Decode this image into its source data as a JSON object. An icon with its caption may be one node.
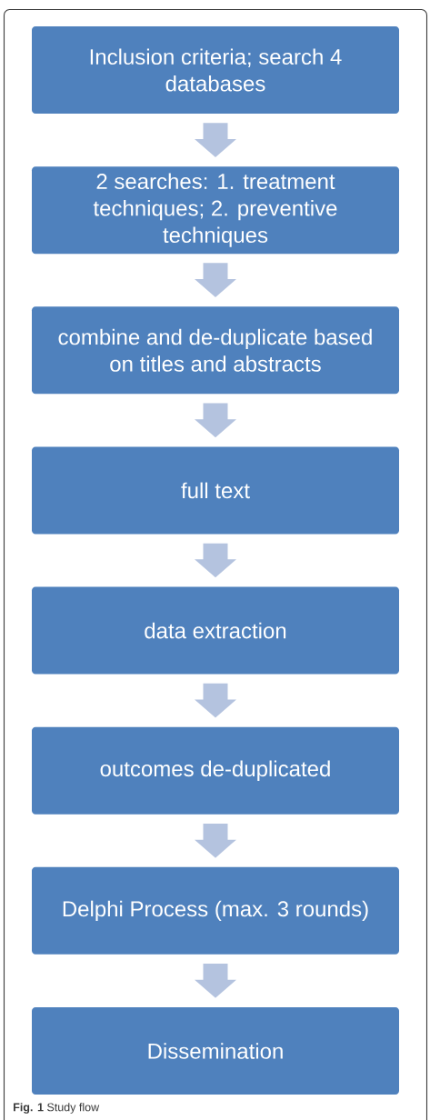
{
  "diagram": {
    "caption": "**Fig. 1** Study flow",
    "nodes": [
      {
        "text": [
          "Inclusion criteria; search 4 databases"
        ]
      },
      {
        "text": [
          "2 searches: 1. treatment techniques; 2. preventive techniques"
        ]
      },
      {
        "text": [
          "combine and de-duplicate based on titles and abstracts"
        ]
      },
      {
        "text": [
          "full text"
        ]
      },
      {
        "text": [
          "data extraction"
        ]
      },
      {
        "text": [
          "outcomes de-duplicated"
        ]
      },
      {
        "text": [
          "Delphi Process (max. 3 rounds)"
        ]
      },
      {
        "text": [
          "Dissemination"
        ]
      }
    ],
    "edges": [
      {
        "from": 0,
        "to": 1,
        "arrow": "to"
      },
      {
        "from": 1,
        "to": 2,
        "arrow": "to"
      },
      {
        "from": 2,
        "to": 3,
        "arrow": "to"
      },
      {
        "from": 3,
        "to": 4,
        "arrow": "to"
      },
      {
        "from": 4,
        "to": 5,
        "arrow": "to"
      },
      {
        "from": 5,
        "to": 6,
        "arrow": "to"
      },
      {
        "from": 6,
        "to": 7,
        "arrow": "to"
      }
    ]
  }
}
